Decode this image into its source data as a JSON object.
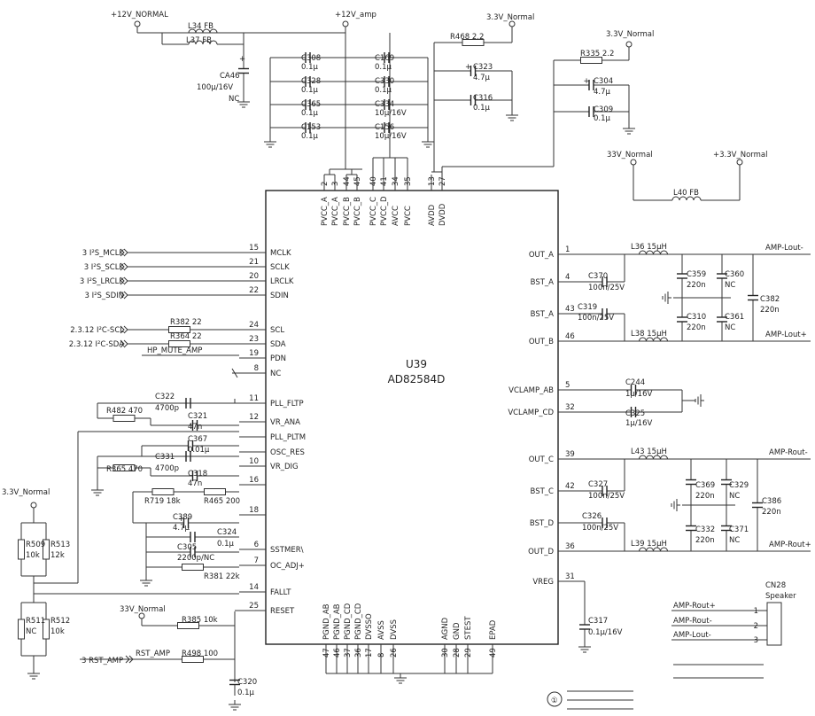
{
  "ic": {
    "ref": "U39",
    "part": "AD82584D"
  },
  "rails": {
    "v12_normal": "+12V_NORMAL",
    "v12_amp": "+12V_amp",
    "v33_normal_a": "3.3V_Normal",
    "v33_normal_b": "3.3V_Normal",
    "v33_normal_left": "3.3V_Normal",
    "v33v_normal": "33V_Normal",
    "v33v_normal_reset": "33V_Normal",
    "p33v_normal": "+3.3V_Normal"
  },
  "top_pins": [
    {
      "num": "2",
      "name": "PVCC_A"
    },
    {
      "num": "3",
      "name": "PVCC_A"
    },
    {
      "num": "44",
      "name": "PVCC_B"
    },
    {
      "num": "45",
      "name": "PVCC_B"
    },
    {
      "num": "40",
      "name": "PVCC_C"
    },
    {
      "num": "41",
      "name": "PVCC_D"
    },
    {
      "num": "34",
      "name": "AVCC"
    },
    {
      "num": "35",
      "name": "PVCC"
    },
    {
      "num": "13",
      "name": "AVDD"
    },
    {
      "num": "27",
      "name": "DVDD"
    }
  ],
  "left_pins": [
    {
      "num": "15",
      "name": "MCLK"
    },
    {
      "num": "21",
      "name": "SCLK"
    },
    {
      "num": "20",
      "name": "LRCLK"
    },
    {
      "num": "22",
      "name": "SDIN"
    },
    {
      "num": "24",
      "name": "SCL"
    },
    {
      "num": "23",
      "name": "SDA"
    },
    {
      "num": "19",
      "name": "PDN"
    },
    {
      "num": "8",
      "name": "NC"
    },
    {
      "num": "11",
      "name": "PLL_FLTP"
    },
    {
      "num": "12",
      "name": "VR_ANA"
    },
    {
      "num": "",
      "name": "PLL_PLTM"
    },
    {
      "num": "",
      "name": "OSC_RES"
    },
    {
      "num": "10",
      "name": "VR_DIG"
    },
    {
      "num": "16",
      "name": ""
    },
    {
      "num": "18",
      "name": ""
    },
    {
      "num": "6",
      "name": "SSTMER\\"
    },
    {
      "num": "7",
      "name": "OC_ADJ+"
    },
    {
      "num": "14",
      "name": "FALLT"
    },
    {
      "num": "25",
      "name": "RESET"
    }
  ],
  "right_pins": [
    {
      "num": "1",
      "name": "OUT_A"
    },
    {
      "num": "4",
      "name": "BST_A"
    },
    {
      "num": "43",
      "name": "BST_A"
    },
    {
      "num": "46",
      "name": "OUT_B"
    },
    {
      "num": "5",
      "name": "VCLAMP_AB"
    },
    {
      "num": "32",
      "name": "VCLAMP_CD"
    },
    {
      "num": "39",
      "name": "OUT_C"
    },
    {
      "num": "42",
      "name": "BST_C"
    },
    {
      "num": "",
      "name": "BST_D"
    },
    {
      "num": "36",
      "name": "OUT_D"
    },
    {
      "num": "31",
      "name": "VREG"
    }
  ],
  "bottom_pins": [
    {
      "num": "47",
      "name": "PGND_AB"
    },
    {
      "num": "46",
      "name": "PGND_AB"
    },
    {
      "num": "37",
      "name": "PGND_CD"
    },
    {
      "num": "36",
      "name": "PGND_CD"
    },
    {
      "num": "17",
      "name": "DVSSO"
    },
    {
      "num": "8",
      "name": "AVSS"
    },
    {
      "num": "26",
      "name": "DVSS"
    },
    {
      "num": "30",
      "name": "AGND"
    },
    {
      "num": "28",
      "name": "GND"
    },
    {
      "num": "29",
      "name": "STEST"
    },
    {
      "num": "49",
      "name": "EPAD"
    }
  ],
  "signals": [
    {
      "label": "3 I²S_MCLK"
    },
    {
      "label": "3 I²S_SCLK"
    },
    {
      "label": "3 I²S_LRCLK"
    },
    {
      "label": "3 I²S_SDIN"
    },
    {
      "label": "2.3.12 I²C-SCL"
    },
    {
      "label": "2.3.12 I²C-SDA"
    },
    {
      "label": "HP_MUTE_AMP"
    },
    {
      "label": "3 RST_AMP"
    },
    {
      "label": "RST_AMP"
    }
  ],
  "outputs": [
    {
      "label": "AMP-Lout-"
    },
    {
      "label": "AMP-Lout+"
    },
    {
      "label": "AMP-Rout-"
    },
    {
      "label": "AMP-Rout+"
    }
  ],
  "components": {
    "L34": {
      "ref": "L34 FB"
    },
    "L37": {
      "ref": "L37 FB"
    },
    "CA46": {
      "ref": "CA46",
      "value": "100μ/16V",
      "extra": "NC"
    },
    "C308": {
      "ref": "C308",
      "value": "0.1μ"
    },
    "C328": {
      "ref": "C328",
      "value": "0.1μ"
    },
    "C365": {
      "ref": "C365",
      "value": "0.1μ"
    },
    "C153": {
      "ref": "C153",
      "value": "0.1μ"
    },
    "C169": {
      "ref": "C169",
      "value": "0.1μ"
    },
    "C330": {
      "ref": "C330",
      "value": "0.1μ"
    },
    "C334": {
      "ref": "C334",
      "value": "10μ/16V"
    },
    "C156": {
      "ref": "C156",
      "value": "10μ/16V"
    },
    "R468": {
      "ref": "R468 2.2"
    },
    "C323": {
      "ref": "C323",
      "value": "4.7μ"
    },
    "C316": {
      "ref": "C316",
      "value": "0.1μ"
    },
    "R335": {
      "ref": "R335 2.2"
    },
    "C304": {
      "ref": "C304",
      "value": "4.7μ"
    },
    "C309": {
      "ref": "C309",
      "value": "0.1μ"
    },
    "L40": {
      "ref": "L40 FB"
    },
    "R382": {
      "ref": "R382 22"
    },
    "R364": {
      "ref": "R364 22"
    },
    "C322": {
      "ref": "C322",
      "value": "4700p"
    },
    "R482": {
      "ref": "R482 470"
    },
    "C321": {
      "ref": "C321",
      "value": "47n"
    },
    "C367": {
      "ref": "C367",
      "value": "0.01μ"
    },
    "C331": {
      "ref": "C331",
      "value": "4700p"
    },
    "R365": {
      "ref": "R365 470"
    },
    "C318": {
      "ref": "C318",
      "value": "47n"
    },
    "R719": {
      "ref": "R719 18k"
    },
    "R465": {
      "ref": "R465 200"
    },
    "C389": {
      "ref": "C389",
      "value": "4.7μ"
    },
    "C324": {
      "ref": "C324",
      "value": "0.1μ"
    },
    "C305": {
      "ref": "C305",
      "value": "2200p/NC"
    },
    "R381": {
      "ref": "R381 22k"
    },
    "R509": {
      "ref": "R509",
      "value": "10k"
    },
    "R513": {
      "ref": "R513",
      "value": "12k"
    },
    "R511": {
      "ref": "R511",
      "value": "NC"
    },
    "R512": {
      "ref": "R512",
      "value": "10k"
    },
    "R385": {
      "ref": "R385 10k"
    },
    "R498": {
      "ref": "R498 100"
    },
    "C320": {
      "ref": "C320",
      "value": "0.1μ"
    },
    "L36": {
      "ref": "L36 15μH"
    },
    "C370": {
      "ref": "C370",
      "value": "100n/25V"
    },
    "C319": {
      "ref": "C319",
      "value": "100n/25V"
    },
    "L38": {
      "ref": "L38 15μH"
    },
    "C359": {
      "ref": "C359",
      "value": "220n"
    },
    "C360": {
      "ref": "C360",
      "value": "NC"
    },
    "C310": {
      "ref": "C310",
      "value": "220n"
    },
    "C361": {
      "ref": "C361",
      "value": "NC"
    },
    "C382": {
      "ref": "C382",
      "value": "220n"
    },
    "C244": {
      "ref": "C244",
      "value": "1μ/16V"
    },
    "C325": {
      "ref": "C325",
      "value": "1μ/16V"
    },
    "L43": {
      "ref": "L43 15μH"
    },
    "C327": {
      "ref": "C327",
      "value": "100n/25V"
    },
    "C326": {
      "ref": "C326",
      "value": "100n/25V"
    },
    "L39": {
      "ref": "L39 15μH"
    },
    "C369": {
      "ref": "C369",
      "value": "220n"
    },
    "C329": {
      "ref": "C329",
      "value": "NC"
    },
    "C332": {
      "ref": "C332",
      "value": "220n"
    },
    "C371": {
      "ref": "C371",
      "value": "NC"
    },
    "C386": {
      "ref": "C386",
      "value": "220n"
    },
    "C317": {
      "ref": "C317",
      "value": "0.1μ/16V"
    }
  },
  "connector": {
    "ref": "CN28",
    "type": "Speaker",
    "pins": [
      {
        "num": "1",
        "net": "AMP-Rout+"
      },
      {
        "num": "2",
        "net": "AMP-Rout-"
      },
      {
        "num": "3",
        "net": "AMP-Lout-"
      }
    ]
  },
  "footer": {
    "circled": "①"
  }
}
